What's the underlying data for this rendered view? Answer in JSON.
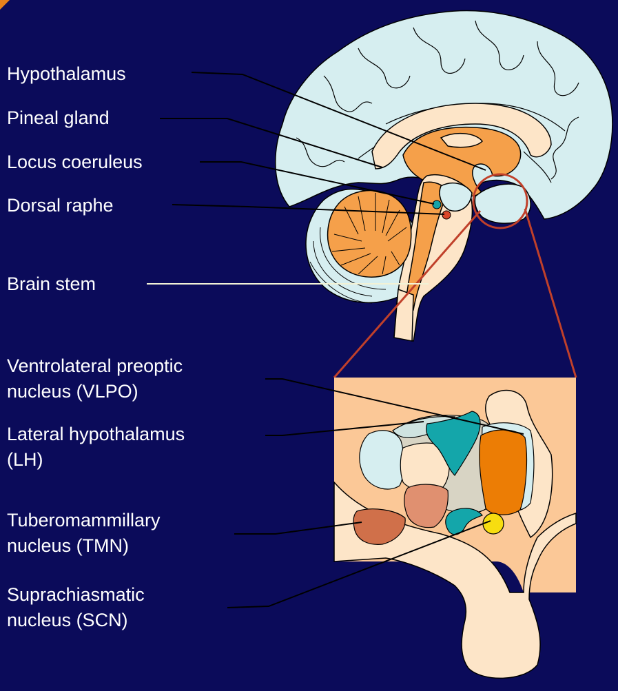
{
  "upper_labels": {
    "hypothalamus": "Hypothalamus",
    "pineal_gland": "Pineal gland",
    "locus_coeruleus": "Locus coeruleus",
    "dorsal_raphe": "Dorsal raphe",
    "brain_stem": "Brain stem"
  },
  "lower_labels": {
    "vlpo_line1": "Ventrolateral preoptic",
    "vlpo_line2": "nucleus (VLPO)",
    "lh_line1": "Lateral hypothalamus",
    "lh_line2": "(LH)",
    "tmn_line1": "Tuberomammillary",
    "tmn_line2": "nucleus (TMN)",
    "scn_line1": "Suprachiasmatic",
    "scn_line2": "nucleus (SCN)"
  },
  "colors": {
    "background": "#0b0b5a",
    "cortex": "#d6eef0",
    "brainstem": "#fde5c8",
    "thalamus": "#f5a04a",
    "cerebellum": "#f5a04a",
    "highlight_circle": "#c0402a",
    "locus_coeruleus_dot": "#14a3a8",
    "dorsal_raphe_dot": "#d9462a",
    "vlpo": "#ec7d05",
    "lh": "#14a6aa",
    "tmn": "#d0704a",
    "scn": "#f7dd10"
  }
}
